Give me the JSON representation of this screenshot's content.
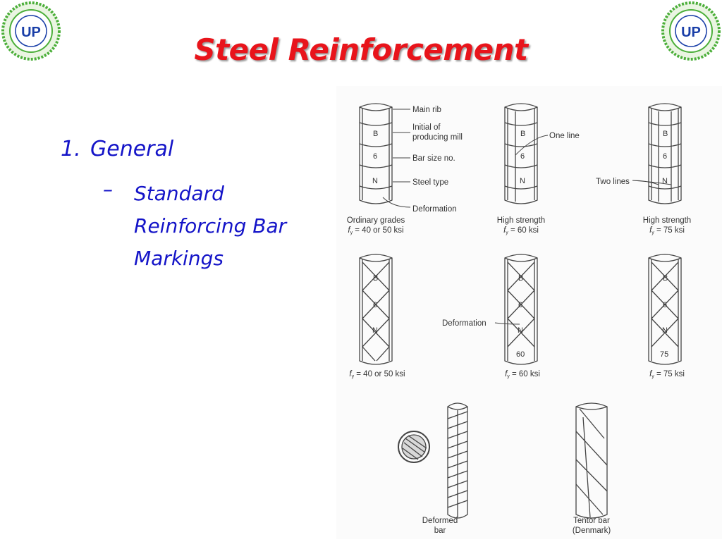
{
  "slide": {
    "title": "Steel Reinforcement",
    "logo_text": "UP",
    "bullet1": {
      "number": "1.",
      "text": "General"
    },
    "bullet2": {
      "dash": "–",
      "lines": [
        "Standard",
        "Reinforcing Bar",
        "Markings"
      ]
    }
  },
  "figure": {
    "callouts": {
      "main_rib": "Main rib",
      "initial_1": "Initial of",
      "initial_2": "producing mill",
      "bar_size": "Bar size no.",
      "steel_type": "Steel type",
      "deformation": "Deformation",
      "one_line": "One line",
      "two_lines": "Two lines",
      "deformation2": "Deformation"
    },
    "bar_letters": {
      "mill": "B",
      "size": "6",
      "type": "N",
      "grade60": "60",
      "grade75": "75"
    },
    "captions_row1": [
      {
        "l1": "Ordinary grades",
        "l2": "f",
        "l2s": "y",
        "l2r": " = 40 or 50 ksi"
      },
      {
        "l1": "High strength",
        "l2": "f",
        "l2s": "y",
        "l2r": " = 60 ksi"
      },
      {
        "l1": "High strength",
        "l2": "f",
        "l2s": "y",
        "l2r": " = 75 ksi"
      }
    ],
    "captions_row2": [
      {
        "l2": "f",
        "l2s": "y",
        "l2r": " = 40 or 50 ksi"
      },
      {
        "l2": "f",
        "l2s": "y",
        "l2r": " = 60 ksi"
      },
      {
        "l2": "f",
        "l2s": "y",
        "l2r": " = 75 ksi"
      }
    ],
    "captions_row3": [
      {
        "l1": "Deformed",
        "l2": "bar"
      },
      {
        "l1": "Tentor bar",
        "l2": "(Denmark)"
      }
    ]
  },
  "colors": {
    "title": "#e8141b",
    "bullets": "#1414c8",
    "logo_green": "#4caf3a",
    "logo_blue": "#1a3fa8"
  }
}
